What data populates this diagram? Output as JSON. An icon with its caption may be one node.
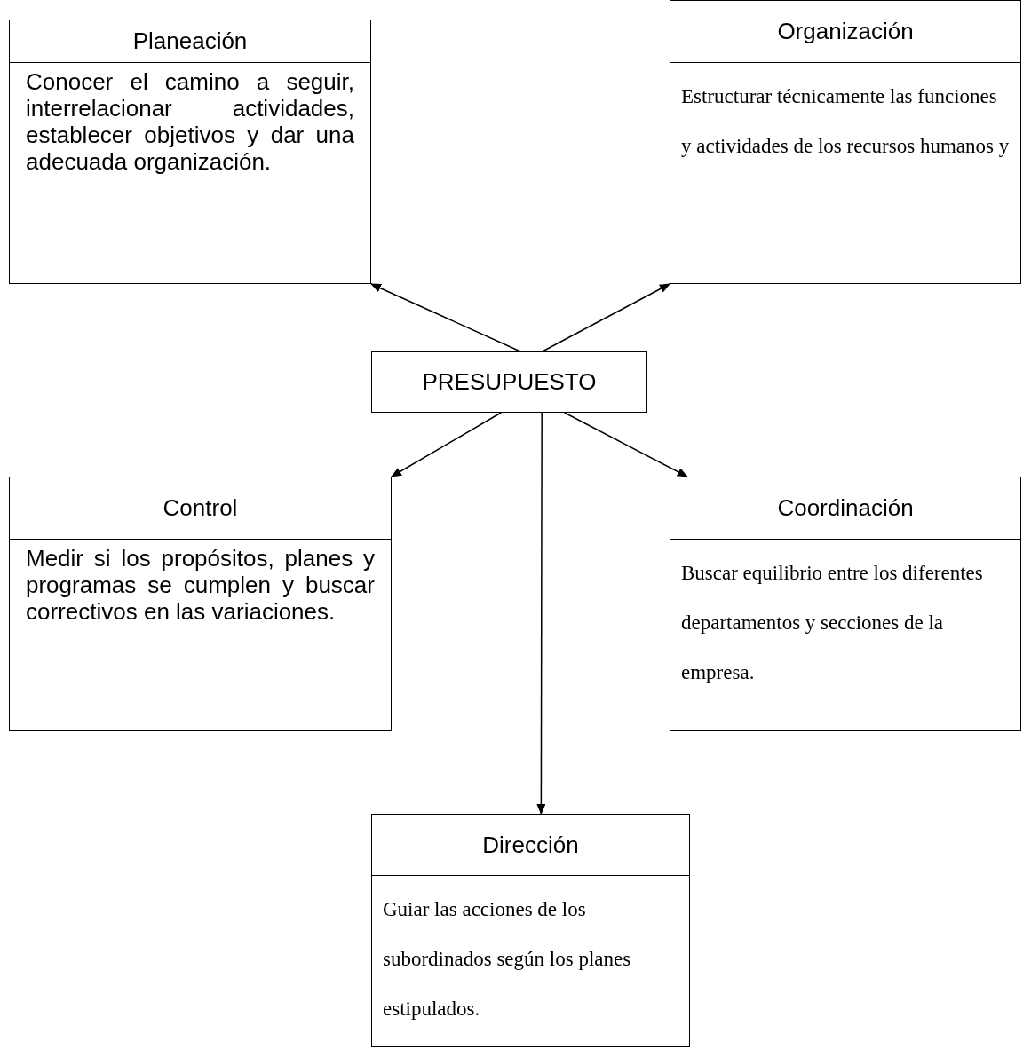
{
  "diagram": {
    "nodes": [
      {
        "text": [
          "Planeación",
          "Conocer el camino a seguir, interrelacionar actividades, establecer objetivos y dar una adecuada organización."
        ]
      },
      {
        "text": [
          "Organización",
          "Estructurar técnicamente las funciones y actividades de los recursos humanos y"
        ]
      },
      {
        "text": [
          "PRESUPUESTO"
        ]
      },
      {
        "text": [
          "Control",
          "Medir si los propósitos, planes y programas se cumplen y buscar correctivos en las variaciones."
        ]
      },
      {
        "text": [
          "Coordinación",
          "Buscar equilibrio entre los diferentes departamentos y secciones de la empresa."
        ]
      },
      {
        "text": [
          "Dirección",
          "Guiar las acciones de los subordinados según los planes estipulados."
        ]
      }
    ],
    "edges": [
      {
        "from": 2,
        "to": 0,
        "arrow": "to"
      },
      {
        "from": 2,
        "to": 1,
        "arrow": "to"
      },
      {
        "from": 2,
        "to": 3,
        "arrow": "to"
      },
      {
        "from": 2,
        "to": 4,
        "arrow": "to"
      },
      {
        "from": 2,
        "to": 5,
        "arrow": "to"
      }
    ]
  }
}
